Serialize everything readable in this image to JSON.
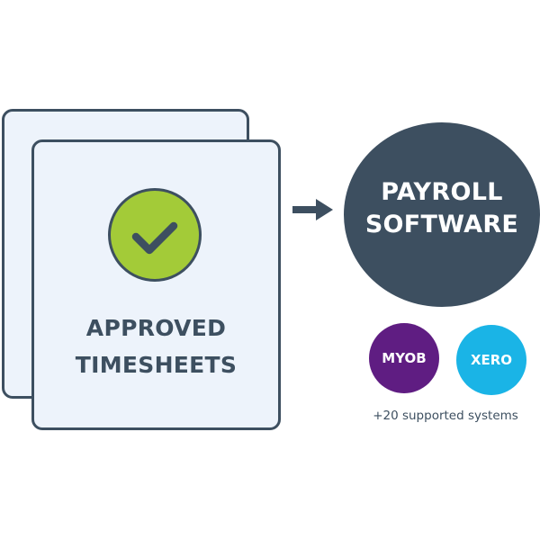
{
  "colors": {
    "outline": "#3d4f60",
    "card_fill": "#edf3fb",
    "check_green": "#a3cb38",
    "payroll_fill": "#3d4f60",
    "myob_purple": "#5f1d82",
    "xero_blue": "#1ab4e6"
  },
  "timesheets": {
    "icon": "checkmark-icon",
    "label_line1": "APPROVED",
    "label_line2": "TIMESHEETS"
  },
  "arrow": {
    "icon": "arrow-right-icon"
  },
  "payroll": {
    "label_line1": "PAYROLL",
    "label_line2": "SOFTWARE"
  },
  "systems": {
    "items": [
      {
        "label": "MYOB"
      },
      {
        "label": "XERO"
      }
    ],
    "note": "+20 supported systems"
  }
}
